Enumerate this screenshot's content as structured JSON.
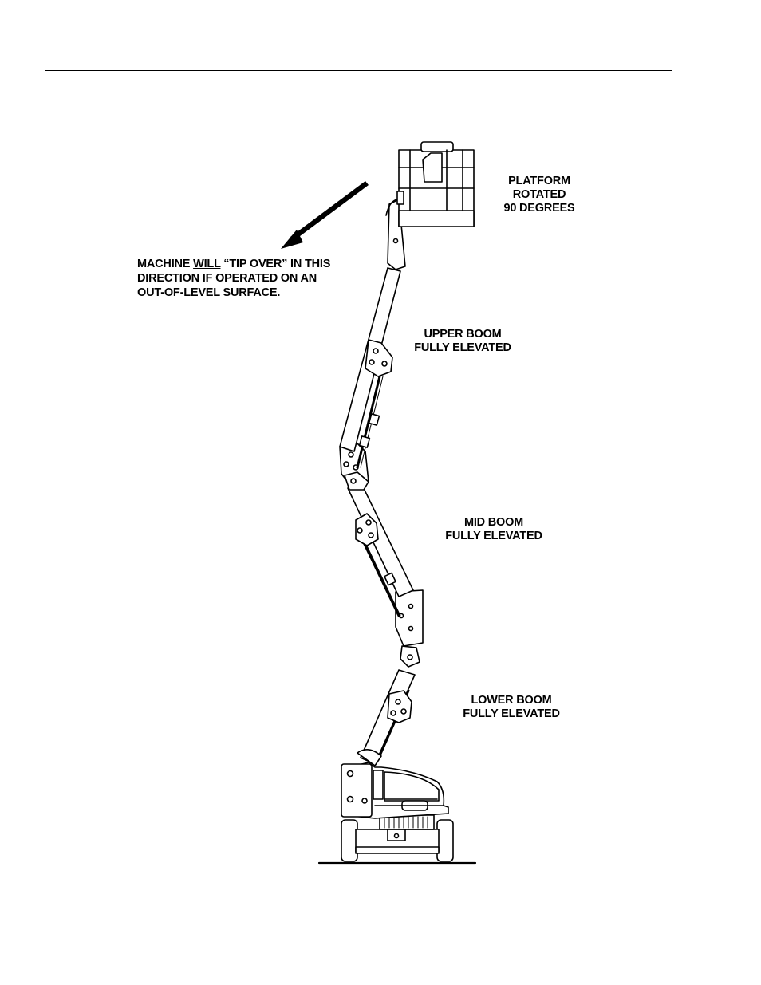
{
  "labels": {
    "platform": [
      "PLATFORM",
      "ROTATED",
      "90 DEGREES"
    ],
    "upper_boom": [
      "UPPER BOOM",
      "FULLY ELEVATED"
    ],
    "mid_boom": [
      "MID BOOM",
      "FULLY ELEVATED"
    ],
    "lower_boom": [
      "LOWER BOOM",
      "FULLY ELEVATED"
    ]
  },
  "warning": {
    "l1_a": "MACHINE ",
    "l1_b": "WILL",
    "l1_c": " “TIP OVER” IN THIS",
    "l2": "DIRECTION IF  OPERATED ON AN",
    "l3_a": "OUT-OF-LEVEL",
    "l3_b": " SURFACE."
  },
  "colors": {
    "ink": "#000000",
    "paper": "#ffffff"
  },
  "icons": {
    "arrow": "tip-direction-arrow"
  }
}
